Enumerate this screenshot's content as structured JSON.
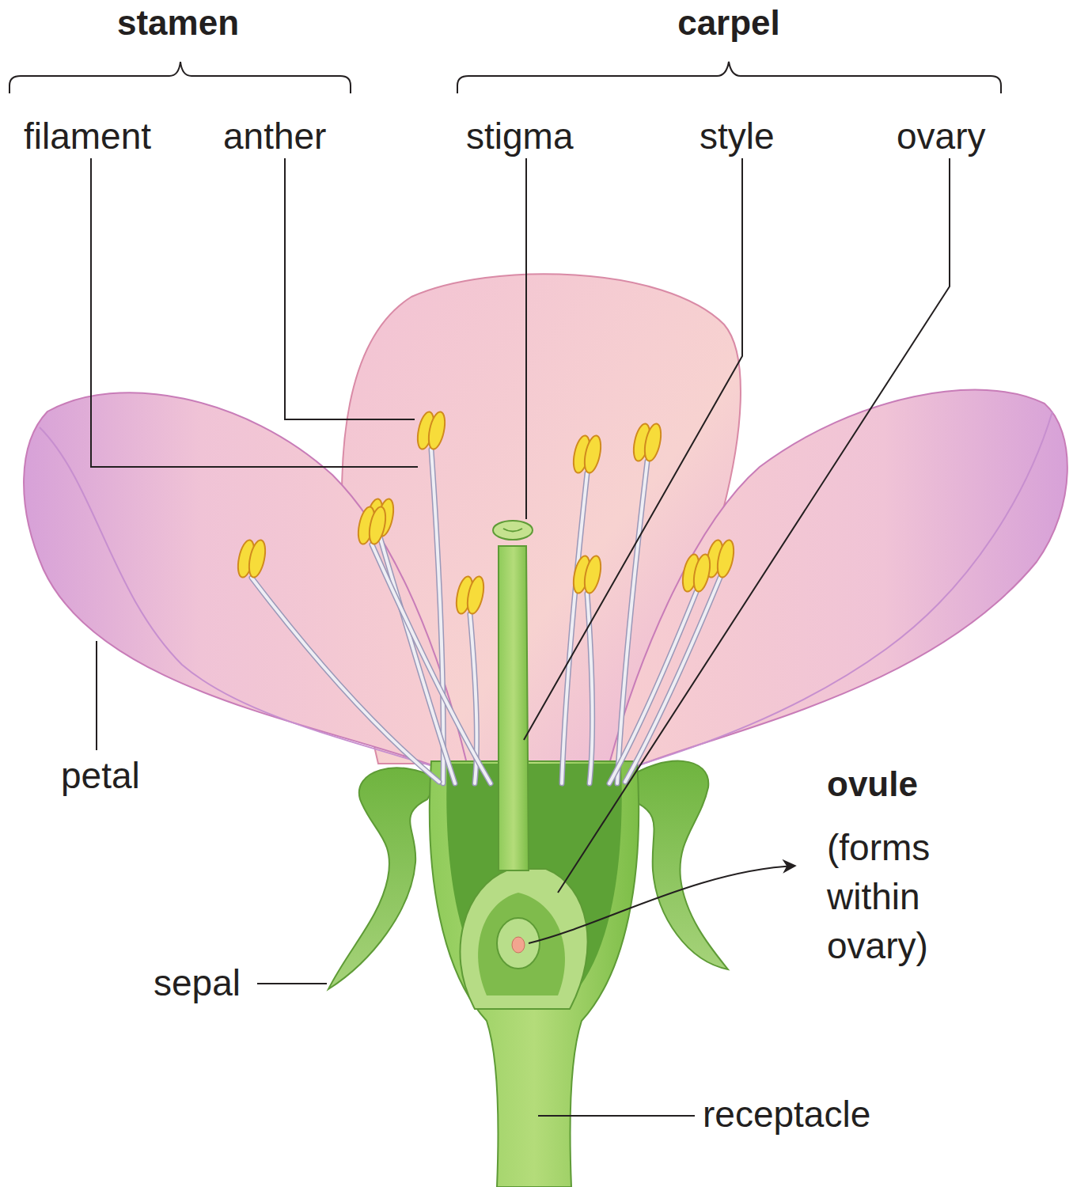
{
  "diagram": {
    "labels": [
      "stamen",
      "carpel",
      "filament",
      "anther",
      "stigma",
      "style",
      "ovary",
      "petal",
      "ovule",
      "(forms within ovary)",
      "sepal",
      "receptacle"
    ]
  }
}
